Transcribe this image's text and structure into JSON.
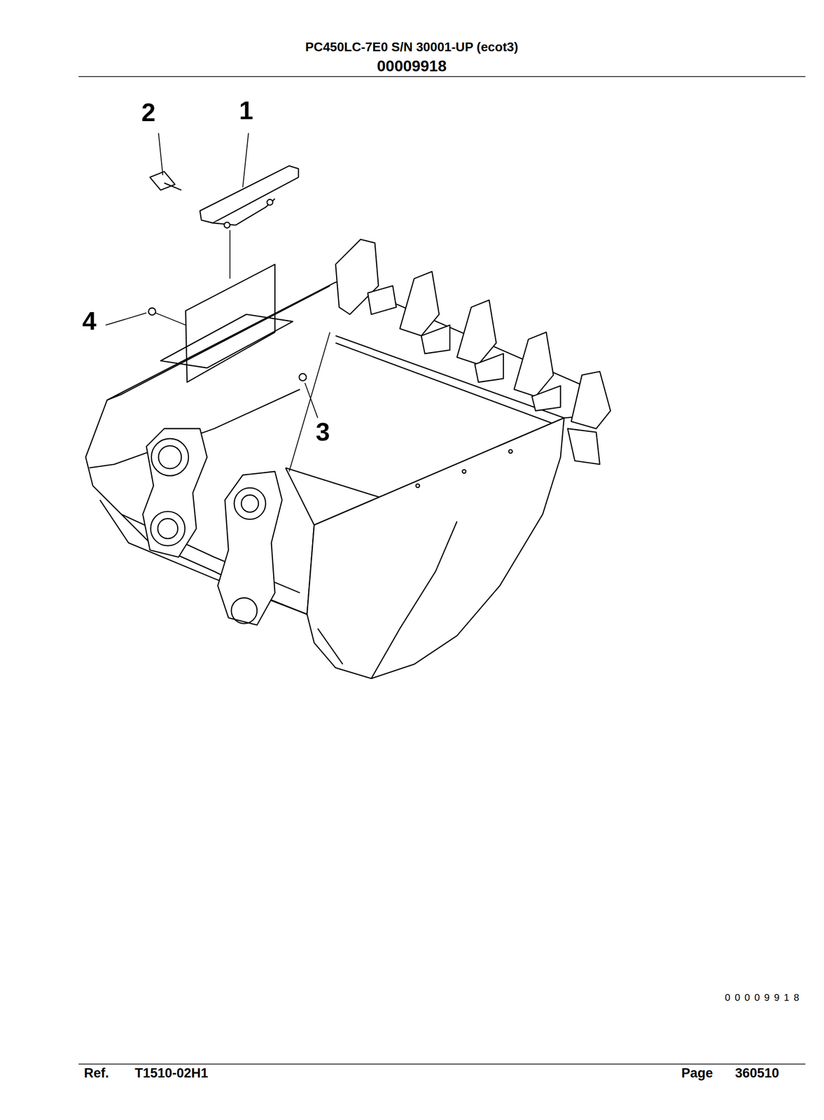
{
  "diagram": {
    "title": "PC450LC-7E0 S/N 30001-UP (ecot3)",
    "labels": [
      "00009918",
      "2",
      "1",
      "4",
      "3",
      "00009918",
      "Ref.",
      "T1510-02H1",
      "Page",
      "360510"
    ]
  }
}
